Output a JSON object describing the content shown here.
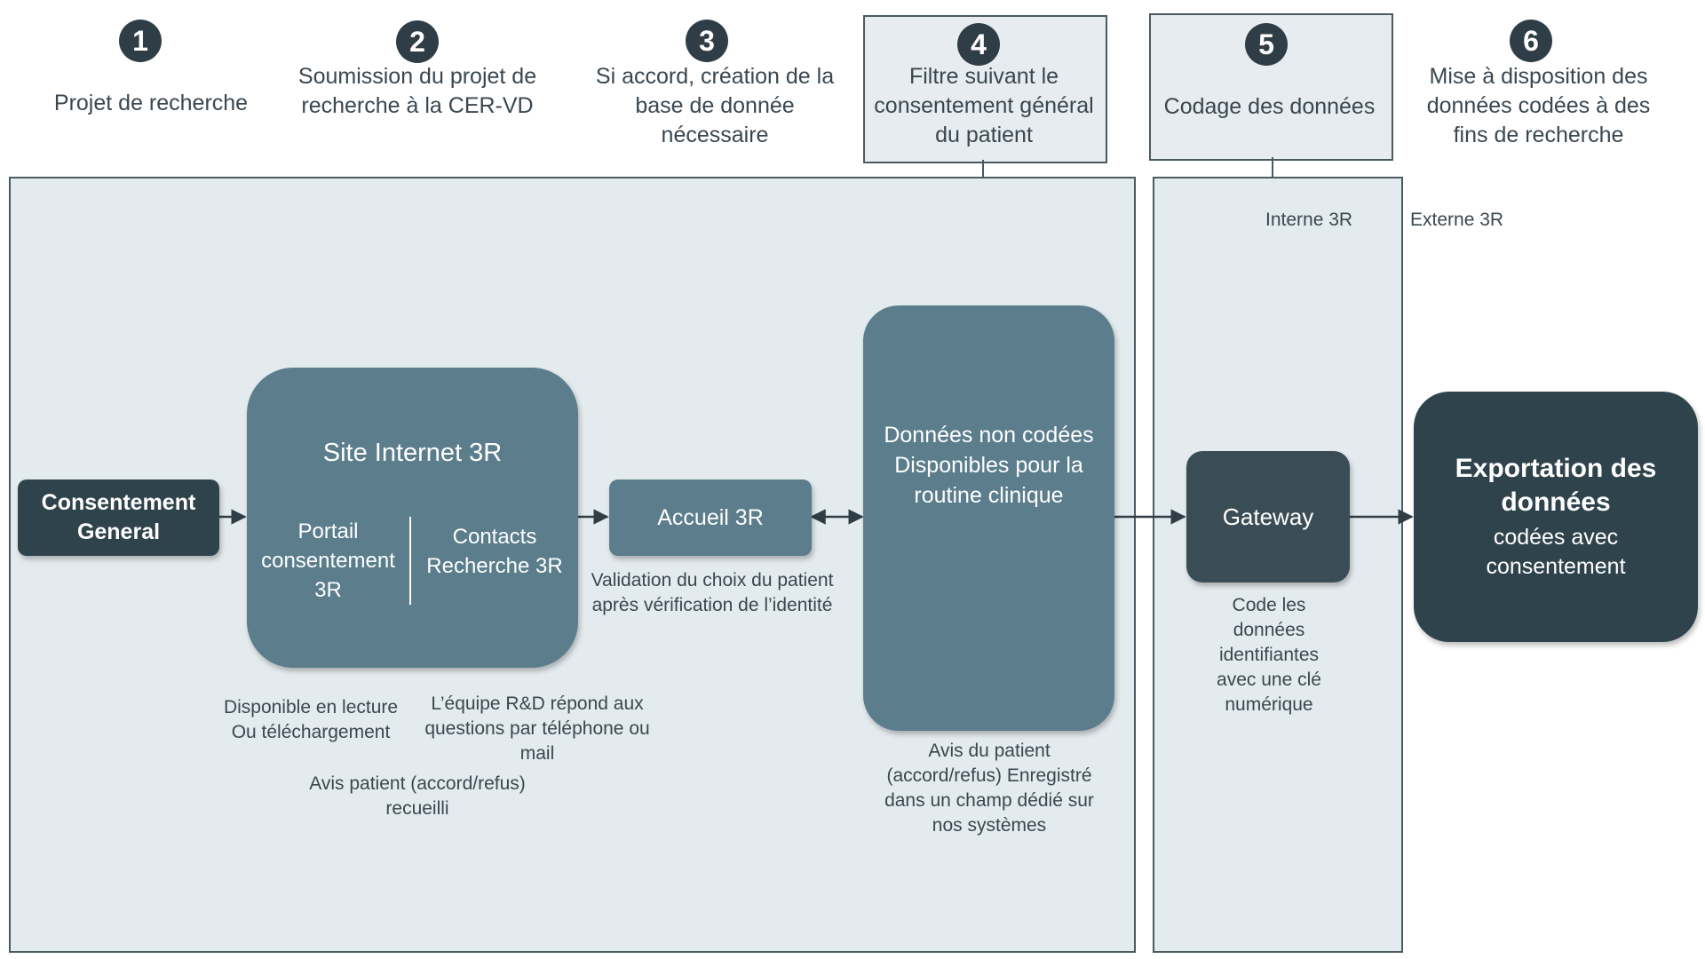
{
  "steps": [
    {
      "number": "1",
      "label": "Projet de recherche"
    },
    {
      "number": "2",
      "label": "Soumission du projet de recherche à la CER-VD"
    },
    {
      "number": "3",
      "label": "Si accord, création de la base de donnée nécessaire"
    },
    {
      "number": "4",
      "label": "Filtre suivant le consentement général du patient"
    },
    {
      "number": "5",
      "label": "Codage des données"
    },
    {
      "number": "6",
      "label": "Mise à disposition des données codées à des fins de recherche"
    }
  ],
  "zones": {
    "internal": "Interne 3R",
    "external": "Externe 3R"
  },
  "nodes": {
    "consent": "Consentement General",
    "site_title": "Site Internet 3R",
    "portal": "Portail consentement 3R",
    "contacts": "Contacts Recherche 3R",
    "accueil": "Accueil 3R",
    "data_uncoded": "Données non codées Disponibles pour la routine clinique",
    "gateway": "Gateway",
    "export_title": "Exportation des données",
    "export_sub": "codées avec consentement"
  },
  "notes": {
    "portal_note": "Disponible en lecture Ou téléchargement",
    "contacts_note": "L’équipe R&D répond aux questions par téléphone ou mail",
    "patient_note": "Avis patient (accord/refus) recueilli",
    "accueil_note": "Validation du choix du patient après vérification de l’identité",
    "data_note": "Avis du patient (accord/refus) Enregistré dans un champ dédié sur nos systèmes",
    "gateway_note": "Code les données identifiantes avec une clé numérique"
  }
}
